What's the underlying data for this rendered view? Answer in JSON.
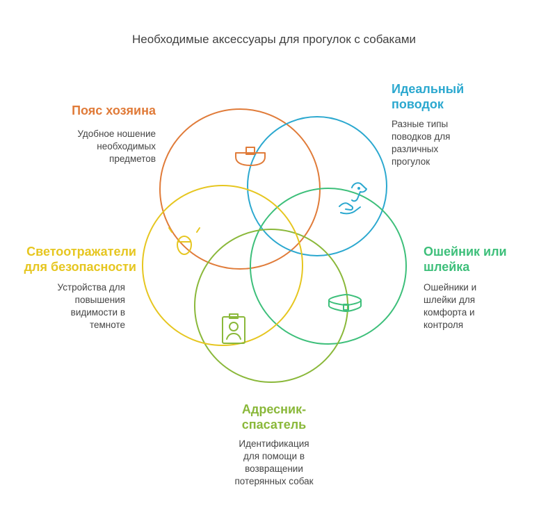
{
  "title": "Необходимые аксессуары для прогулок с собаками",
  "colors": {
    "orange": "#e07b39",
    "blue": "#2ba8cf",
    "green": "#3dbf7a",
    "lime": "#8ab83a",
    "yellow": "#e6c620"
  },
  "items": [
    {
      "label": "Пояс хозяина",
      "desc": [
        "Удобное ношение",
        "необходимых",
        "предметов"
      ],
      "icon": "belt-bag-icon",
      "color": "#e07b39"
    },
    {
      "label": [
        "Идеальный",
        "поводок"
      ],
      "desc": [
        "Разные типы",
        "поводков для",
        "различных",
        "прогулок"
      ],
      "icon": "dog-hand-icon",
      "color": "#2ba8cf"
    },
    {
      "label": [
        "Ошейник или",
        "шлейка"
      ],
      "desc": [
        "Ошейники и",
        "шлейки для",
        "комфорта и",
        "контроля"
      ],
      "icon": "collar-icon",
      "color": "#3dbf7a"
    },
    {
      "label": [
        "Адресник-",
        "спасатель"
      ],
      "desc": [
        "Идентификация",
        "для помощи в",
        "возвращении",
        "потерянных собак"
      ],
      "icon": "id-badge-icon",
      "color": "#8ab83a"
    },
    {
      "label": [
        "Светоотражатели",
        "для безопасности"
      ],
      "desc": [
        "Устройства для",
        "повышения",
        "видимости в",
        "темноте"
      ],
      "icon": "reflector-icon",
      "color": "#e6c620"
    }
  ]
}
